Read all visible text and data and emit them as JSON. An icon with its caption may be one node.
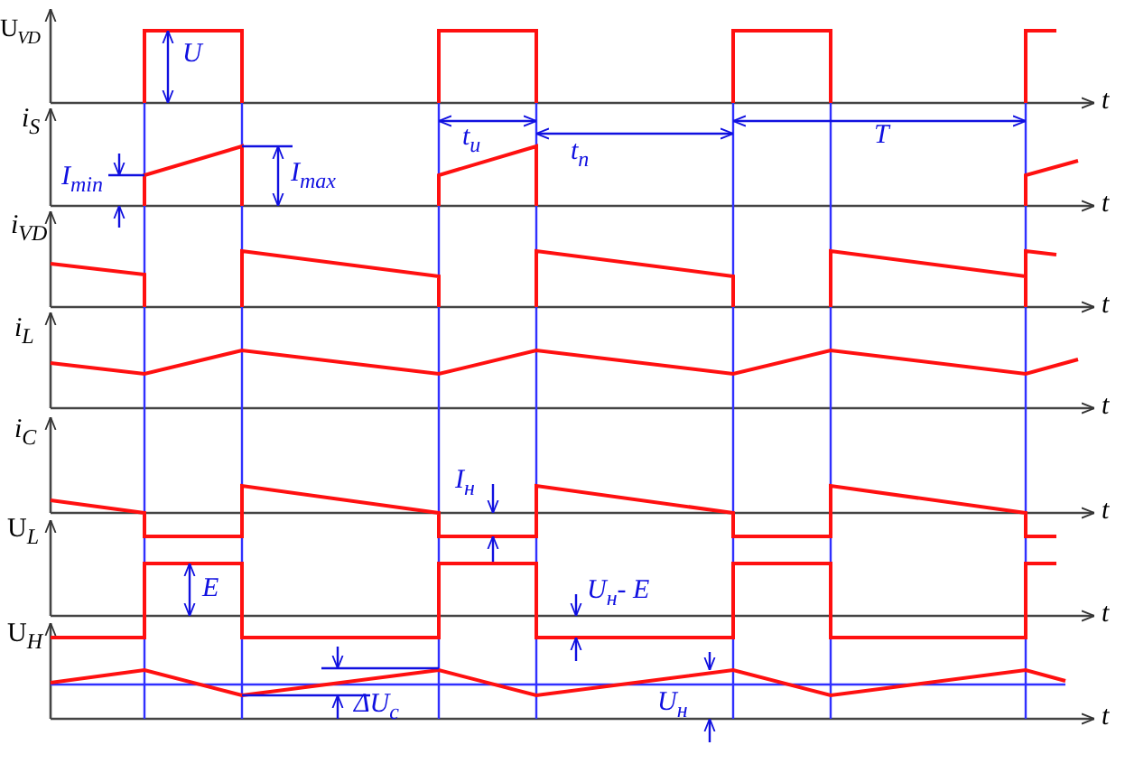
{
  "diagram": {
    "labels": [
      "U$_{VD}$",
      "U",
      "t",
      "i$_{S}$",
      "t$_{и}$",
      "t$_{п}$",
      "T",
      "I$_{min}$",
      "I$_{max}$",
      "t",
      "i$_{VD}$",
      "t",
      "i$_{L}$",
      "t",
      "i$_{C}$",
      "I$_{н}$",
      "t",
      "U$_{L}$",
      "E",
      "U$_{н}$- E",
      "t",
      "U$_{Н}$",
      "ΔU$_{c}$",
      "U$_{н}$",
      "t"
    ]
  }
}
